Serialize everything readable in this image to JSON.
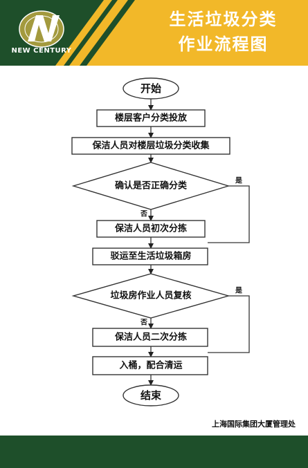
{
  "header": {
    "brand": "NEW CENTURY",
    "title_line1": "生活垃圾分类",
    "title_line2": "作业流程图"
  },
  "flow": {
    "start": "开始",
    "step1": "楼层客户分类投放",
    "step2": "保洁人员对楼层垃圾分类收集",
    "decision1": "确认是否正确分类",
    "decision1_yes": "是",
    "decision1_no": "否",
    "step3": "保洁人员初次分拣",
    "step4": "驳运至生活垃圾箱房",
    "decision2": "垃圾房作业人员复核",
    "decision2_yes": "是",
    "decision2_no": "否",
    "step5": "保洁人员二次分拣",
    "step6": "入桶，配合清运",
    "end": "结束"
  },
  "footer": {
    "org": "上海国际集团大厦管理处"
  },
  "colors": {
    "dark_green": "#1e4f2a",
    "yellow": "#f2b829",
    "logo_olive": "#a39a3e"
  }
}
